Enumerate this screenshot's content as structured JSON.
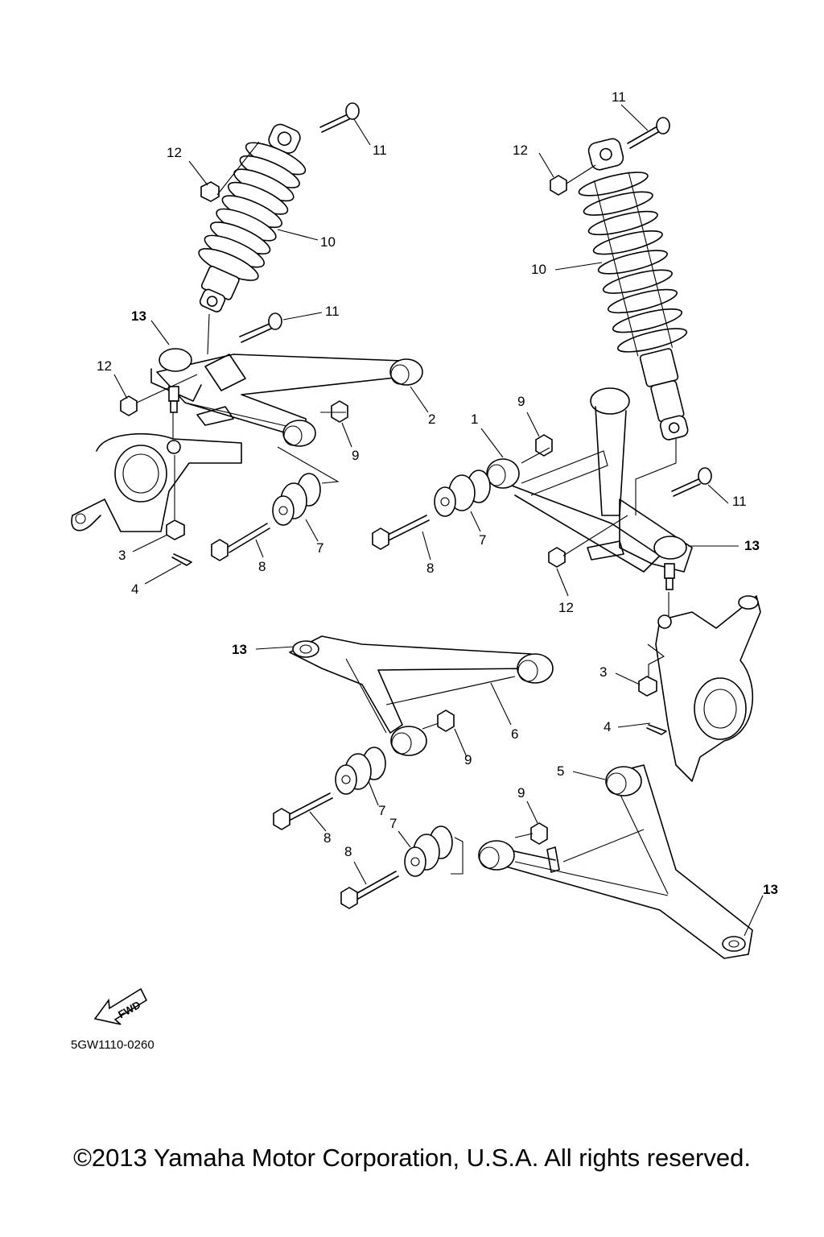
{
  "callouts": {
    "c1": "1",
    "c2": "2",
    "c3": "3",
    "c4": "4",
    "c5": "5",
    "c6": "6",
    "c7": "7",
    "c8": "8",
    "c9": "9",
    "c10": "10",
    "c11": "11",
    "c12": "12",
    "c13": "13"
  },
  "fwd_label": "FWD",
  "diagram_code": "5GW1110-0260",
  "copyright": "©2013 Yamaha Motor Corporation, U.S.A. All rights reserved."
}
